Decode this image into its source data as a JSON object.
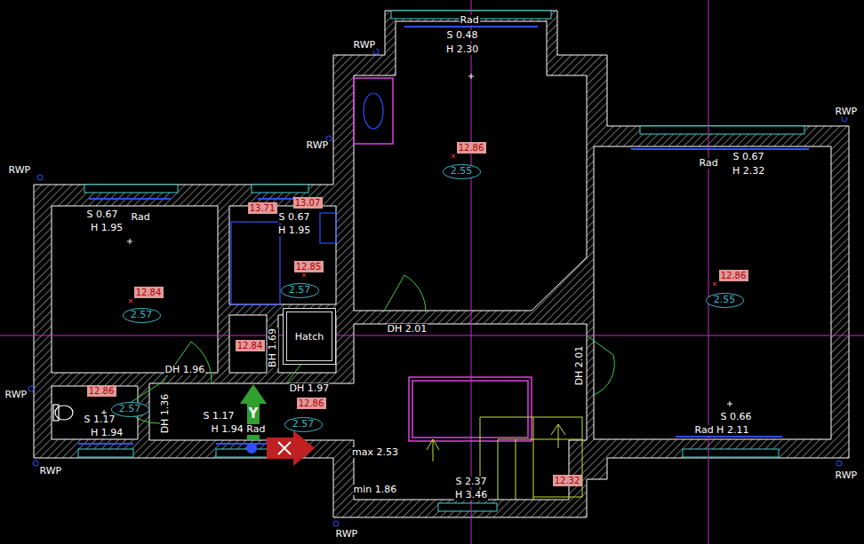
{
  "diagram": {
    "nodes": [
      {
        "text": [
          "12.86"
        ]
      },
      {
        "text": [
          "2.55"
        ]
      },
      {
        "text": [
          "13.07"
        ]
      },
      {
        "text": [
          "13.71"
        ]
      },
      {
        "text": [
          "12.85"
        ]
      },
      {
        "text": [
          "12.86"
        ]
      },
      {
        "text": [
          "2.57"
        ]
      },
      {
        "text": [
          "12.84"
        ]
      },
      {
        "text": [
          "2.55"
        ]
      },
      {
        "text": [
          "2.57"
        ]
      },
      {
        "text": [
          "Hatch"
        ]
      },
      {
        "text": [
          "12.84"
        ]
      },
      {
        "text": [
          "12.86"
        ]
      },
      {
        "text": [
          "12.86"
        ]
      },
      {
        "text": [
          "2.57"
        ]
      },
      {
        "text": [
          "2.57"
        ]
      },
      {
        "text": [
          "12.32"
        ]
      }
    ],
    "labels": [
      "Rad",
      "S 0.48",
      "H 2.30",
      "RWP",
      "RWP",
      "S 0.67",
      "Rad",
      "H 1.95",
      "S 0.67",
      "H 1.95",
      "RWP",
      "RWP",
      "S 0.67",
      "Rad",
      "H 2.32",
      "DH 2.01",
      "BH 1.69",
      "DH 1.96",
      "DH 1.97",
      "DH 2.01",
      "RWP",
      "DH 1.36",
      "S 1.17",
      "H 1.94",
      "S 1.17",
      "H 1.94 Rad",
      "S 0.66",
      "Rad H 2.11",
      "max 2.53",
      "min 1.86",
      "S 2.37",
      "H 3.46",
      "RWP",
      "RWP",
      "RWP",
      "Y"
    ]
  }
}
